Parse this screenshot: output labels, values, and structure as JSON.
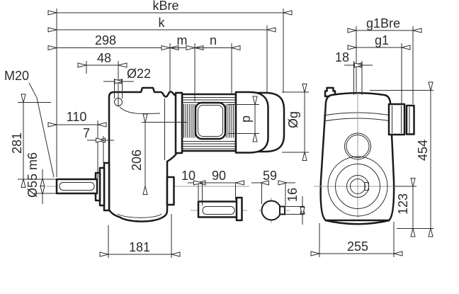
{
  "colors": {
    "line": "#1b1b1b",
    "dim": "#2e2e2e",
    "center": "#9c9c9c",
    "text": "#2b2b2b",
    "bg": "#ffffff"
  },
  "side": {
    "kbre": "kBre",
    "k": "k",
    "len298": "298",
    "m": "m",
    "n": "n",
    "len48": "48",
    "dia22": "Ø22",
    "thread": "M20",
    "len110": "110",
    "len7": "7",
    "h281": "281",
    "shaft": "Ø55 m6",
    "axis206": "206",
    "w181": "181",
    "fan_dia": "Øg",
    "fan_p": "p"
  },
  "shaft_detail": {
    "off10": "10",
    "len90": "90"
  },
  "key_section": {
    "across59": "59",
    "key16": "16"
  },
  "end": {
    "g1bre": "g1Bre",
    "g1": "g1",
    "w18": "18",
    "h454": "454",
    "h123": "123",
    "w255": "255"
  }
}
